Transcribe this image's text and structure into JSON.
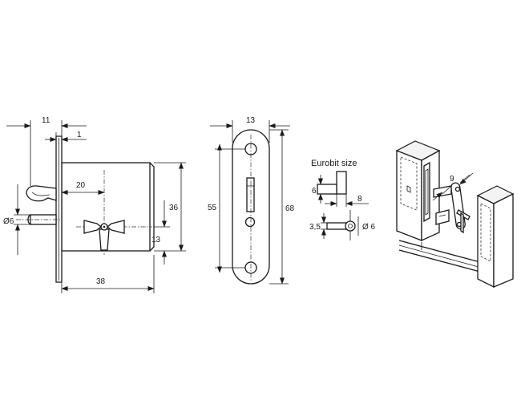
{
  "side_view": {
    "dim_width_top": "11",
    "dim_faceplate": "1",
    "dim_backset": "20",
    "dim_pin_diameter": "Ø6",
    "dim_height": "36",
    "dim_key_offset": "13",
    "dim_width_bottom": "38"
  },
  "front_view": {
    "dim_width": "13",
    "dim_hole_spacing": "55",
    "dim_length": "68"
  },
  "key_view": {
    "title": "Eurobit size",
    "dim_height": "6",
    "dim_length": "8",
    "dim_thickness": "3,5",
    "dim_diameter": "Ø 6"
  },
  "install_view": {
    "dim_depth": "9"
  }
}
